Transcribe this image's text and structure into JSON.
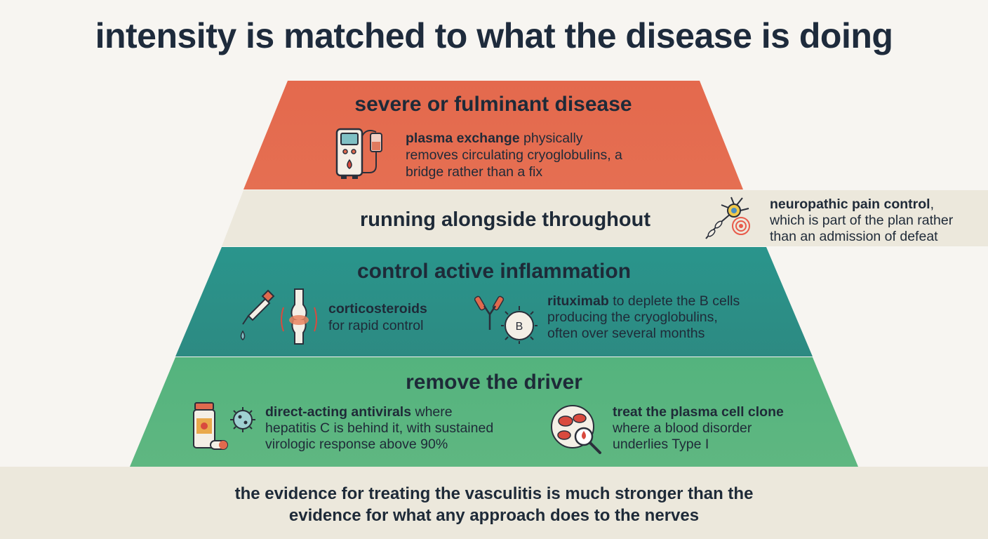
{
  "title": "intensity is matched to what the disease is doing",
  "tiers": {
    "severe": {
      "title": "severe or fulminant disease",
      "item": {
        "bold": "plasma exchange",
        "rest_line1": " physically",
        "line2": "removes circulating cryoglobulins, a",
        "line3": "bridge rather than a fix",
        "icon": "plasma-exchange-machine-icon"
      },
      "color": "#e4694d"
    },
    "alongside": {
      "title": "running alongside throughout",
      "item": {
        "bold": "neuropathic pain control",
        "rest_line1": ",",
        "line2": "which is part of the plan rather",
        "line3": "than an admission of defeat",
        "icon": "neuron-pain-icon"
      },
      "color": "#ece8dc"
    },
    "inflammation": {
      "title": "control active inflammation",
      "items": [
        {
          "bold": "corticosteroids",
          "line2": "for rapid control",
          "icon": "dropper-joint-icon"
        },
        {
          "bold": "rituximab",
          "rest_line1": " to deplete the B cells",
          "line2": "producing the cryoglobulins,",
          "line3": "often over several months",
          "icon": "antibody-b-cell-icon"
        }
      ],
      "color": "#2c978e"
    },
    "driver": {
      "title": "remove the driver",
      "items": [
        {
          "bold": "direct-acting antivirals",
          "rest_line1": " where",
          "line2": "hepatitis C is behind it, with sustained",
          "line3": "virologic response above 90%",
          "icon": "antiviral-medication-icon"
        },
        {
          "bold": "treat the plasma cell clone",
          "line2": "where a blood disorder",
          "line3": "underlies Type I",
          "icon": "blood-cell-magnifier-icon"
        }
      ],
      "color": "#58b47e"
    }
  },
  "footer": {
    "line1": "the evidence for treating the vasculitis is much stronger than the",
    "line2": "evidence for what any approach does to the nerves"
  }
}
